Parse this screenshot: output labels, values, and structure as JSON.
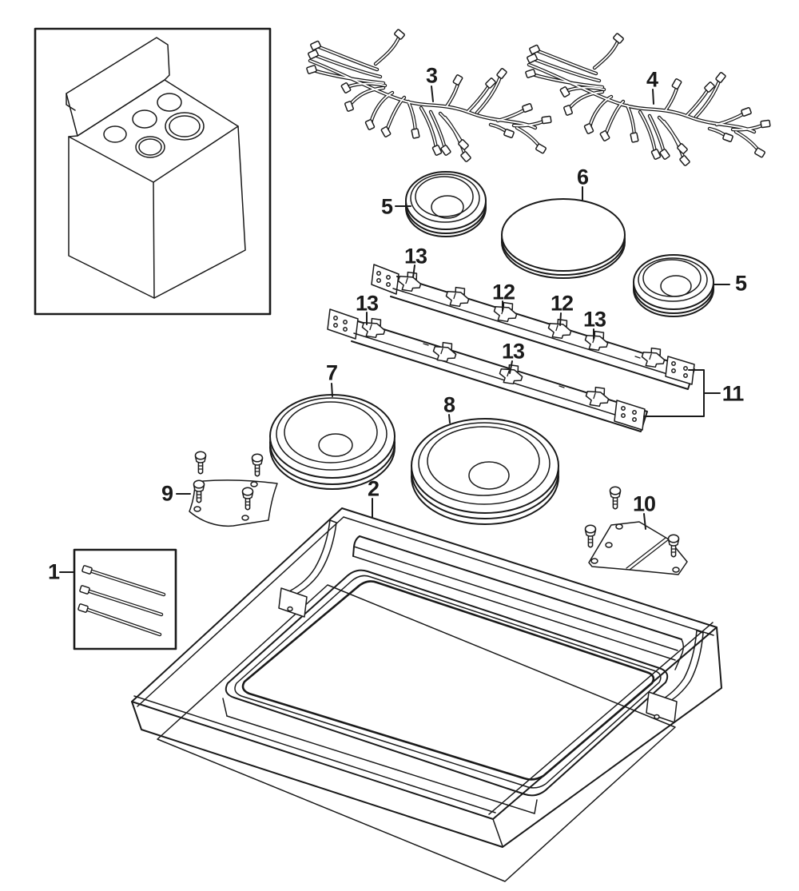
{
  "figure": {
    "figure_type": "exploded-parts-diagram",
    "subject": "cooktop assembly",
    "line_color": "#1a1a1a",
    "background": "#ffffff",
    "callouts": {
      "c1": "1",
      "c2": "2",
      "c3": "3",
      "c4": "4",
      "c5a": "5",
      "c5b": "5",
      "c6": "6",
      "c7": "7",
      "c8": "8",
      "c9": "9",
      "c10": "10",
      "c11": "11",
      "c12a": "12",
      "c12b": "12",
      "c13a": "13",
      "c13b": "13",
      "c13c": "13",
      "c13d": "13"
    }
  }
}
